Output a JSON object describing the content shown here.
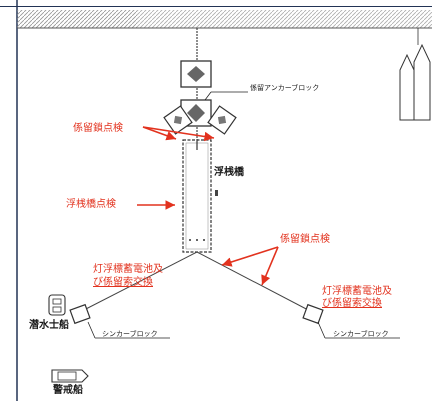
{
  "colors": {
    "annotation_red": "#e2321e",
    "line_black": "#1a1a1a",
    "structure_gray": "#9a9a9a",
    "frame_navy": "#223355"
  },
  "labels": {
    "anchor_block": "係留アンカーブロック",
    "mooring_chain_check_top": "係留鎖点検",
    "floating_pier": "浮桟橋",
    "floating_pier_check": "浮桟橋点検",
    "mooring_chain_check_mid": "係留鎖点検",
    "buoy_left_line1": "灯浮標蓄電池及",
    "buoy_left_line2": "び係留索交換",
    "buoy_right_line1": "灯浮標蓄電池及",
    "buoy_right_line2": "び係留索交換",
    "sinker_left": "シンカーブロック",
    "sinker_right": "シンカーブロック",
    "diver_boat": "潜水士船",
    "patrol_boat": "警戒船"
  }
}
